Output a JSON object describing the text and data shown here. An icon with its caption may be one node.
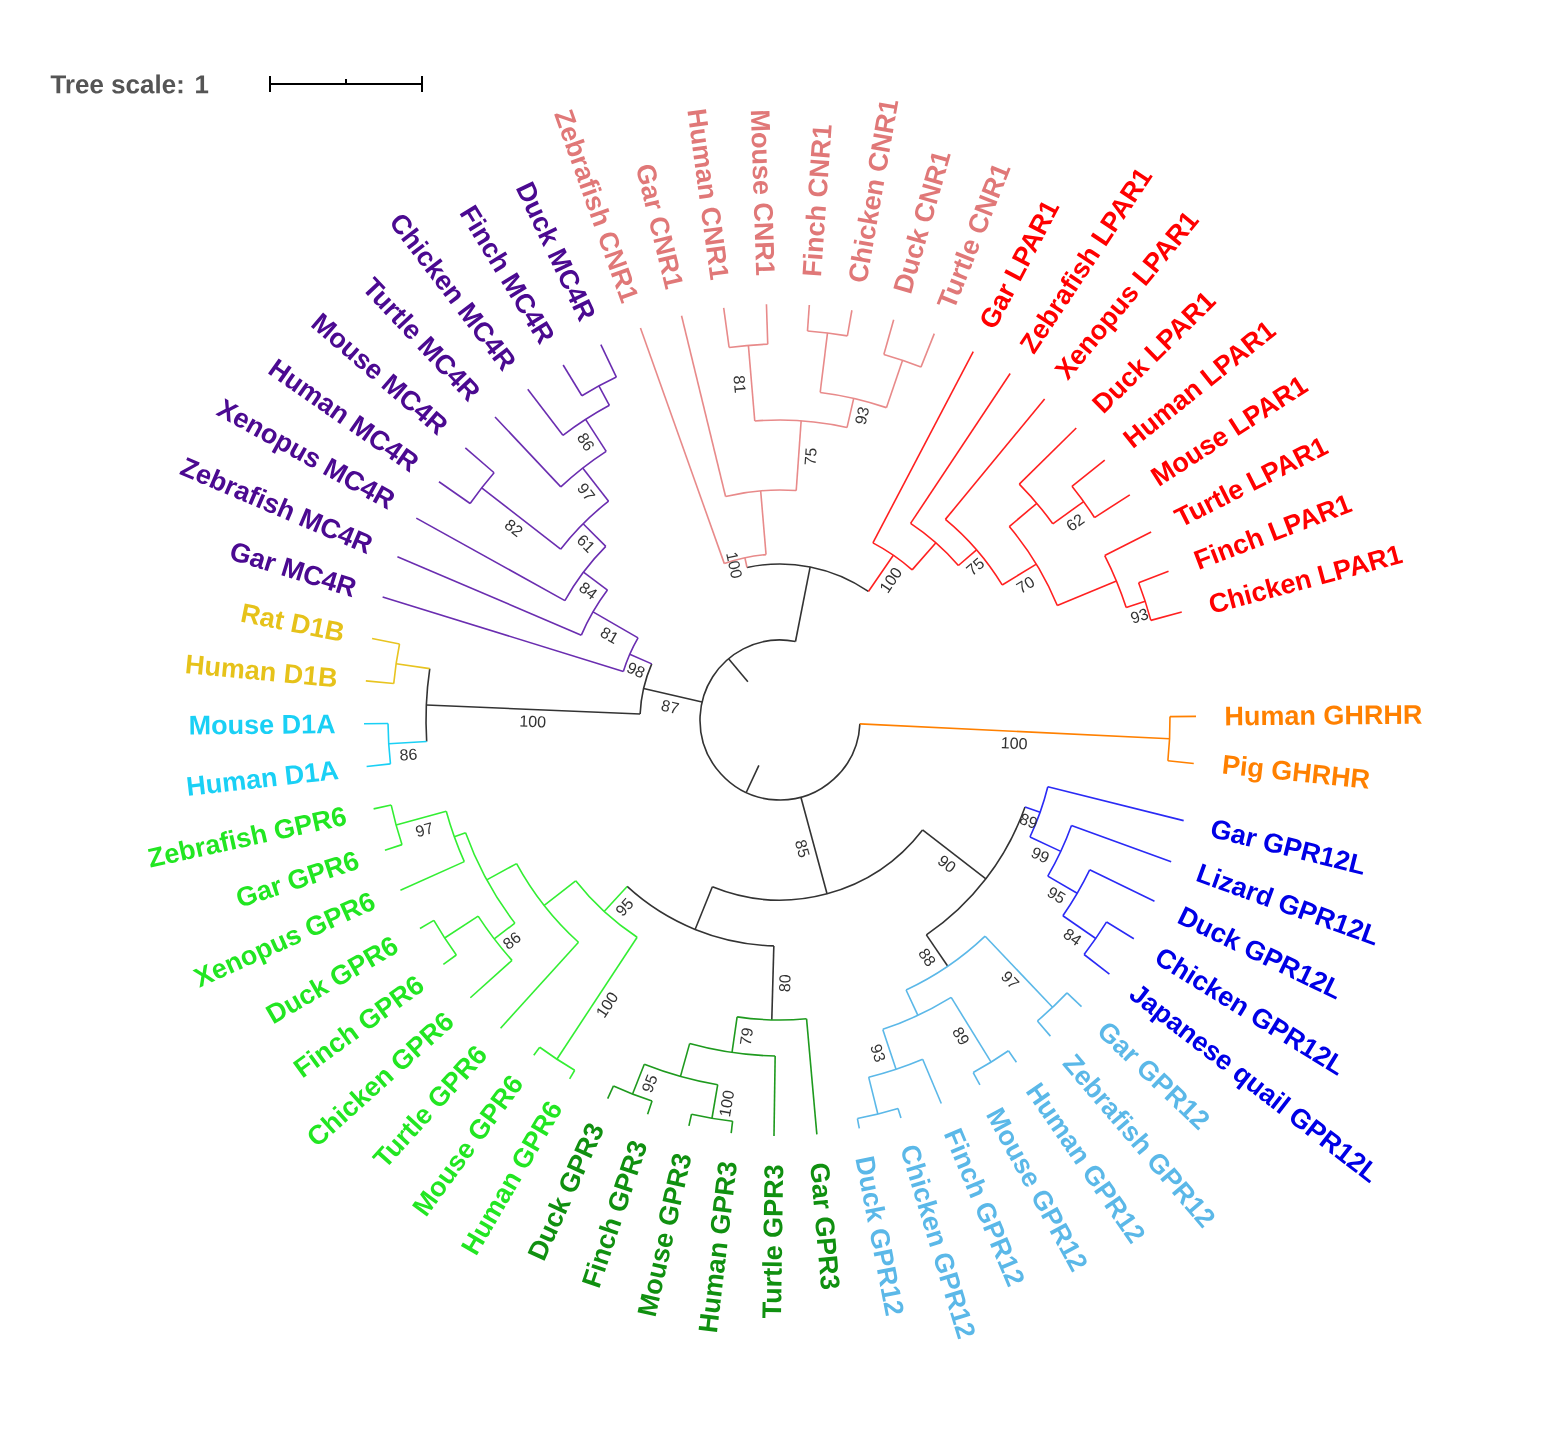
{
  "diagram": {
    "labels": [
      "Tree scale: 1",
      "Gar MC4R",
      "Zebrafish MC4R",
      "Xenopus MC4R",
      "Human MC4R",
      "Mouse MC4R",
      "Turtle MC4R",
      "Chicken MC4R",
      "Finch MC4R",
      "Duck MC4R",
      "Zebrafish CNR1",
      "Gar CNR1",
      "Human CNR1",
      "Mouse CNR1",
      "Finch CNR1",
      "Chicken CNR1",
      "Duck CNR1",
      "Turtle CNR1",
      "Gar LPAR1",
      "Zebrafish LPAR1",
      "Xenopus LPAR1",
      "Duck LPAR1",
      "Human LPAR1",
      "Mouse LPAR1",
      "Turtle LPAR1",
      "Finch LPAR1",
      "Chicken LPAR1",
      "Human GHRHR",
      "Pig GHRHR",
      "Gar GPR12L",
      "Lizard GPR12L",
      "Duck GPR12L",
      "Chicken GPR12L",
      "Japanese quail GPR12L",
      "Gar GPR12",
      "Zebrafish GPR12",
      "Rat D1B",
      "Human D1B",
      "Mouse D1A",
      "Human D1A",
      "Zebrafish GPR6",
      "Gar GPR6",
      "Xenopus GPR6",
      "Duck GPR6",
      "Finch GPR6",
      "Chicken GPR6",
      "Turtle GPR6",
      "Mouse GPR6",
      "Human GPR6",
      "Duck GPR3",
      "Finch GPR3",
      "Mouse GPR3",
      "Human GPR3",
      "Turtle GPR3",
      "Gar GPR3",
      "Duck GPR12",
      "Chicken GPR12",
      "Finch GPR12",
      "Mouse GPR12",
      "Human GPR12",
      "100",
      "89",
      "99",
      "95",
      "84",
      "88",
      "97",
      "89",
      "93",
      "90",
      "85",
      "80",
      "79",
      "100",
      "95",
      "95",
      "100",
      "86",
      "97",
      "100",
      "86",
      "87",
      "98",
      "81",
      "84",
      "61",
      "82",
      "97",
      "86",
      "100",
      "75",
      "81",
      "93",
      "100",
      "75",
      "70",
      "62",
      "93"
    ]
  }
}
